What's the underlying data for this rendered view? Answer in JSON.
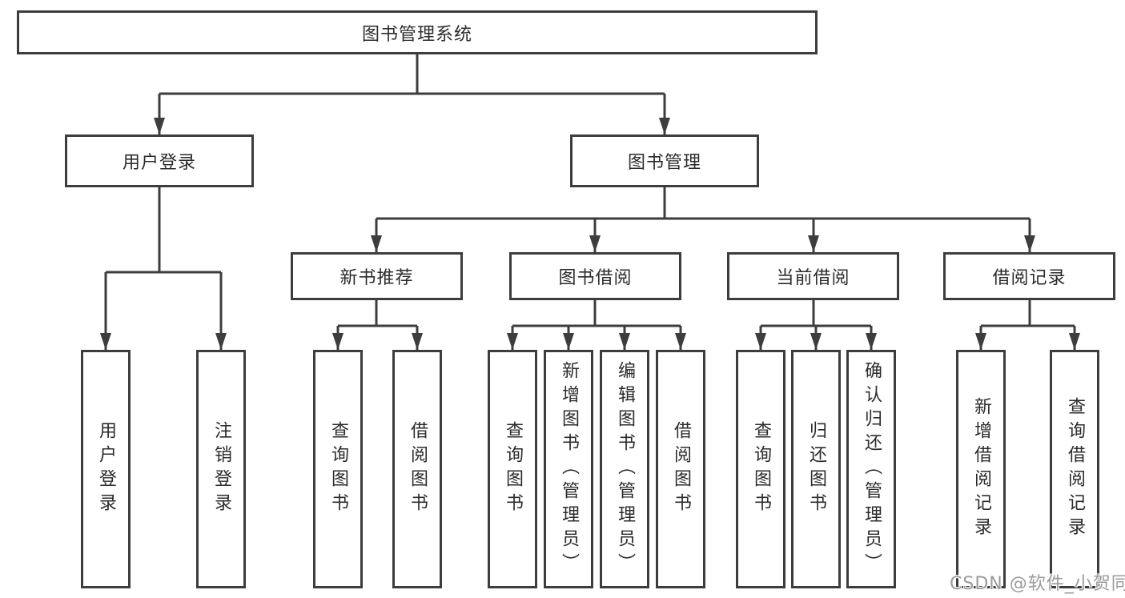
{
  "tree": {
    "label": "图书管理系统",
    "children": [
      {
        "label": "用户登录",
        "children": [
          {
            "label": "用户登录"
          },
          {
            "label": "注销登录"
          }
        ]
      },
      {
        "label": "图书管理",
        "children": [
          {
            "label": "新书推荐",
            "children": [
              {
                "label": "查询图书"
              },
              {
                "label": "借阅图书"
              }
            ]
          },
          {
            "label": "图书借阅",
            "children": [
              {
                "label": "查询图书"
              },
              {
                "label": "新增图书（管理员）"
              },
              {
                "label": "编辑图书（管理员）"
              },
              {
                "label": "借阅图书"
              }
            ]
          },
          {
            "label": "当前借阅",
            "children": [
              {
                "label": "查询图书"
              },
              {
                "label": "归还图书"
              },
              {
                "label": "确认归还（管理员）"
              }
            ]
          },
          {
            "label": "借阅记录",
            "children": [
              {
                "label": "新增借阅记录"
              },
              {
                "label": "查询借阅记录"
              }
            ]
          }
        ]
      }
    ]
  },
  "watermark": {
    "text": "CSDN @软件_小贺同学"
  },
  "colors": {
    "line": "#3d3d3d",
    "text": "#2b2b2b",
    "background": "#ffffff",
    "watermark": "#9b9b9b"
  }
}
